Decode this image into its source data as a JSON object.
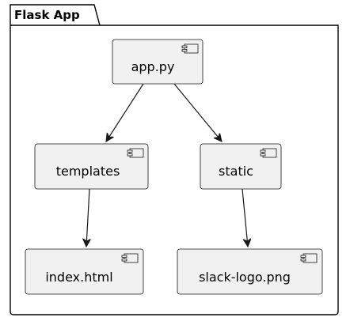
{
  "package": {
    "title": "Flask App"
  },
  "components": [
    {
      "id": "app",
      "label": "app.py"
    },
    {
      "id": "templates",
      "label": "templates"
    },
    {
      "id": "static",
      "label": "static"
    },
    {
      "id": "index",
      "label": "index.html"
    },
    {
      "id": "slack",
      "label": "slack-logo.png"
    }
  ],
  "edges": [
    {
      "from": "app",
      "to": "templates"
    },
    {
      "from": "app",
      "to": "static"
    },
    {
      "from": "templates",
      "to": "index"
    },
    {
      "from": "static",
      "to": "slack"
    }
  ],
  "colors": {
    "component_fill": "#f1f1f1",
    "stroke": "#181818",
    "background": "#ffffff"
  }
}
